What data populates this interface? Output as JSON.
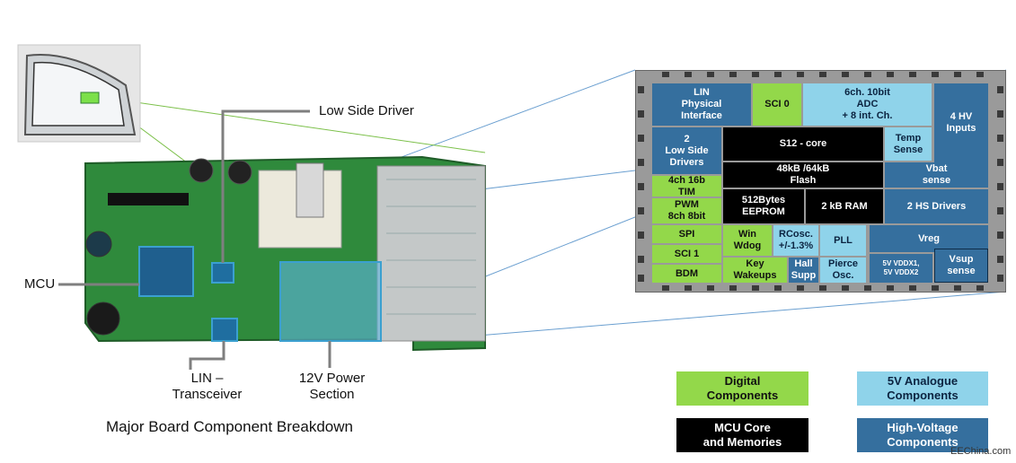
{
  "callouts": {
    "low_side_driver": "Low Side Driver",
    "mcu": "MCU",
    "lin_transceiver": "LIN –\nTransceiver",
    "power_section": "12V Power\nSection"
  },
  "caption": "Major Board Component Breakdown",
  "chip_blocks": {
    "lin_phys": "LIN\nPhysical\nInterface",
    "sci0": "SCI 0",
    "adc": "6ch. 10bit\nADC\n+ 8 int. Ch.",
    "hv_inputs": "4 HV\nInputs",
    "low_side_drivers": "2\nLow Side\nDrivers",
    "s12_core": "S12 - core",
    "temp_sense": "Temp\nSense",
    "flash": "48kB /64kB\nFlash",
    "vbat_sense": "Vbat\nsense",
    "tim": "4ch 16b\nTIM",
    "pwm": "PWM\n8ch 8bit",
    "eeprom": "512Bytes\nEEPROM",
    "ram": "2 kB RAM",
    "hs_drivers": "2 HS Drivers",
    "spi": "SPI",
    "win_wdog": "Win\nWdog",
    "rcosc": "RCosc.\n+/-1.3%",
    "pll": "PLL",
    "vreg": "Vreg",
    "sci1": "SCI 1",
    "key_wakeups": "Key\nWakeups",
    "hall_supp": "Hall\nSupp",
    "pierce_osc": "Pierce\nOsc.",
    "vddx": "5V VDDX1,\n5V VDDX2",
    "vsup_sense": "Vsup\nsense",
    "bdm": "BDM"
  },
  "legend": {
    "digital": "Digital\nComponents",
    "analogue": "5V Analogue\nComponents",
    "mcu_core": "MCU Core\nand Memories",
    "high_voltage": "High-Voltage\nComponents"
  },
  "watermark": "EEChina.com",
  "colors": {
    "high_voltage": "#356f9e",
    "analogue": "#8fd3ea",
    "digital": "#93d84a",
    "core": "#000000",
    "pcb": "#2f8a3c",
    "chip_frame": "#9a9a9a"
  }
}
